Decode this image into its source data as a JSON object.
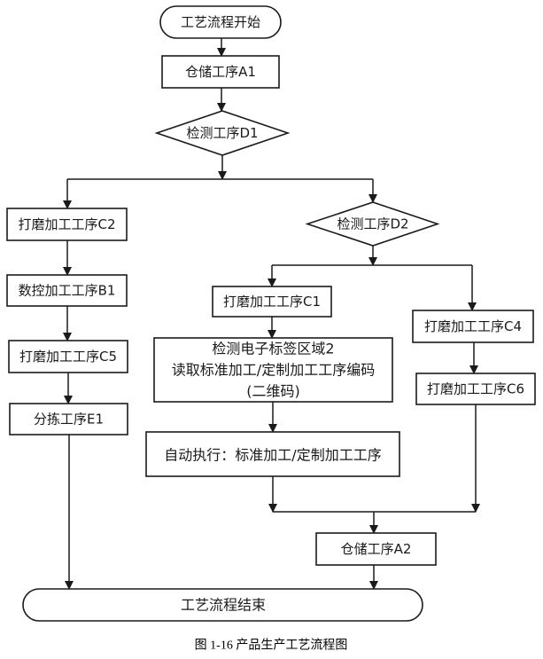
{
  "diagram": {
    "type": "flowchart",
    "nodes": {
      "start": "工艺流程开始",
      "A1": "仓储工序A1",
      "D1": "检测工序D1",
      "C2": "打磨加工工序C2",
      "B1": "数控加工工序B1",
      "C5": "打磨加工工序C5",
      "E1": "分拣工序E1",
      "D2": "检测工序D2",
      "C1": "打磨加工工序C1",
      "label_detect": [
        "检测电子标签区域2",
        "读取标准加工/定制加工工序编码",
        "(二维码)"
      ],
      "auto_exec": "自动执行：标准加工/定制加工工序",
      "C4": "打磨加工工序C4",
      "C6": "打磨加工工序C6",
      "A2": "仓储工序A2",
      "end": "工艺流程结束"
    },
    "edges": [
      {
        "from": "start",
        "to": "A1"
      },
      {
        "from": "A1",
        "to": "D1"
      },
      {
        "from": "D1",
        "to": "C2"
      },
      {
        "from": "D1",
        "to": "D2"
      },
      {
        "from": "C2",
        "to": "B1"
      },
      {
        "from": "B1",
        "to": "C5"
      },
      {
        "from": "C5",
        "to": "E1"
      },
      {
        "from": "E1",
        "to": "end"
      },
      {
        "from": "D2",
        "to": "C1"
      },
      {
        "from": "D2",
        "to": "C4"
      },
      {
        "from": "C1",
        "to": "label_detect"
      },
      {
        "from": "label_detect",
        "to": "auto_exec"
      },
      {
        "from": "auto_exec",
        "to": "A2"
      },
      {
        "from": "C4",
        "to": "C6"
      },
      {
        "from": "C6",
        "to": "A2"
      },
      {
        "from": "A2",
        "to": "end"
      }
    ],
    "caption": "图 1-16 产品生产工艺流程图",
    "colors": {
      "stroke": "#1a1a1a",
      "text": "#1a1a1a",
      "background": "#ffffff"
    }
  }
}
